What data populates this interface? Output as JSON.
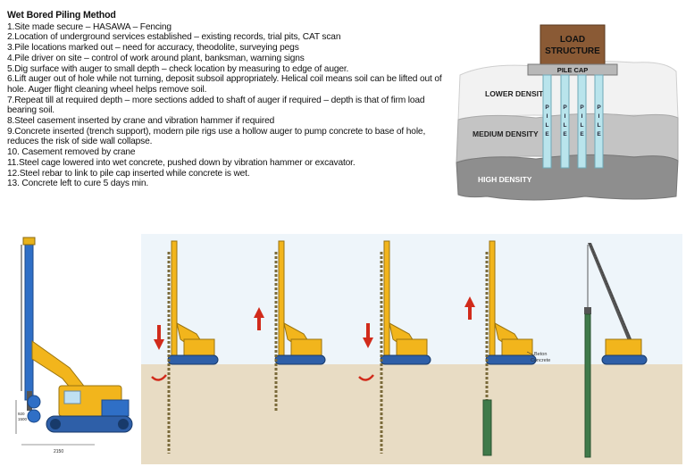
{
  "document": {
    "title": "Wet Bored Piling Method",
    "steps": [
      "1.Site made secure – HASAWA – Fencing",
      "2.Location of underground services established – existing records, trial pits, CAT scan",
      "3.Pile locations marked out – need for accuracy, theodolite, surveying pegs",
      "4.Pile driver on site – control of work around plant, banksman, warning signs",
      "5.Dig surface with auger to small depth – check location by measuring to edge of auger.",
      "6.Lift auger out of hole while not turning, deposit subsoil appropriately. Helical coil means soil can be lifted out of hole. Auger flight cleaning wheel helps remove soil.",
      "7.Repeat till at required depth – more sections added to shaft of auger if required – depth is that of firm load bearing soil.",
      "8.Steel casement inserted by crane and vibration hammer if required",
      "9.Concrete inserted (trench support), modern pile rigs use a hollow auger to pump concrete to base of hole,  reduces the risk of side wall collapse.",
      "10. Casement removed by crane",
      "11.Steel cage lowered into wet concrete, pushed down by vibration hammer or excavator.",
      "12.Steel rebar to link to pile cap inserted while concrete is wet.",
      "13. Concrete left to cure 5 days min."
    ]
  },
  "strata_diagram": {
    "load_line1": "LOAD",
    "load_line2": "STRUCTURE",
    "pile_cap": "PILE CAP",
    "pile_letters": [
      "P",
      "I",
      "L",
      "E"
    ],
    "layers": [
      "LOWER DENSITY",
      "MEDIUM DENSITY",
      "HIGH DENSITY"
    ],
    "colors": {
      "load": "#8a5a35",
      "cap": "#b8b8b8",
      "pile": "#b9e4ec",
      "lower": "#f2f2f2",
      "medium": "#c4c4c4",
      "high": "#8e8e8e"
    }
  },
  "rig_dimensions": {
    "dim_bottom": "2150",
    "dim_side_a": "920",
    "dim_side_b": "1500"
  },
  "sequence_labels": {
    "beton": "Beton",
    "concrete": "Concrete"
  },
  "colors": {
    "ground": "#e8dcc4",
    "sky": "#eef5fa",
    "rig_yellow": "#f2b51c",
    "track_blue": "#2e5fa8",
    "arrow_red": "#d12b1b",
    "pile_green": "#3f7a4a",
    "rig_blue": "#2f6fc6"
  }
}
